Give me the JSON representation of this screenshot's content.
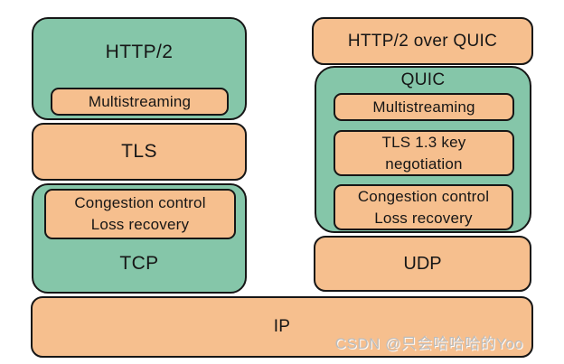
{
  "colors": {
    "green": "#85C6A9",
    "orange": "#F6BF8E",
    "border": "#161616",
    "text": "#161616",
    "watermark": "#BCBCBC",
    "background": "#FFFFFF"
  },
  "left_stack": {
    "http2": {
      "label": "HTTP/2",
      "feature_multistreaming": "Multistreaming"
    },
    "tls": {
      "label": "TLS"
    },
    "tcp": {
      "label": "TCP",
      "feature_congestion": "Congestion control\nLoss recovery"
    }
  },
  "right_stack": {
    "http2_over_quic": {
      "label": "HTTP/2 over QUIC"
    },
    "quic": {
      "label": "QUIC",
      "feature_multistreaming": "Multistreaming",
      "feature_tls_key": "TLS 1.3 key\nnegotiation",
      "feature_congestion": "Congestion control\nLoss recovery"
    },
    "udp": {
      "label": "UDP"
    }
  },
  "ip": {
    "label": "IP"
  },
  "watermark": {
    "text": "CSDN @只会哈哈哈的Yoo"
  }
}
